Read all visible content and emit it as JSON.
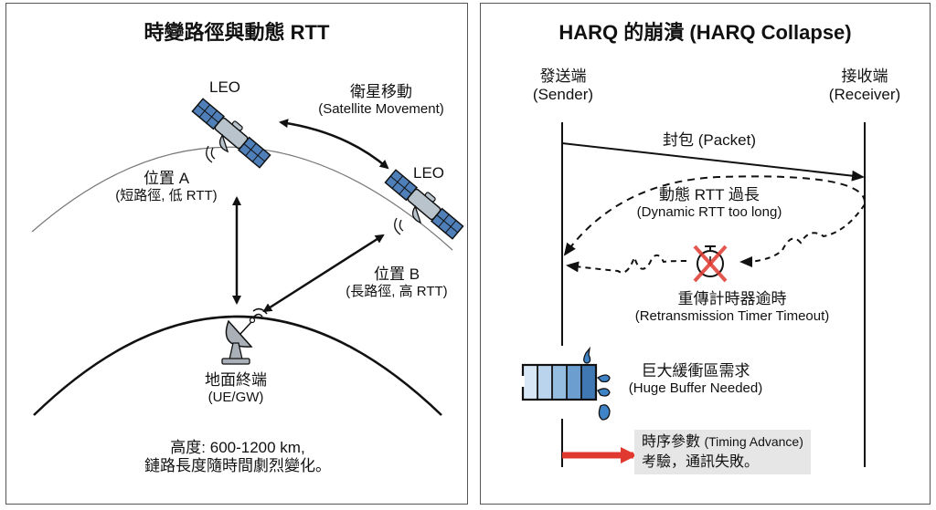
{
  "left_panel": {
    "title": "時變路徑與動態 RTT",
    "satellite_a": {
      "label": "LEO"
    },
    "satellite_b": {
      "label": "LEO"
    },
    "movement": {
      "zh": "衛星移動",
      "en": "(Satellite Movement)"
    },
    "position_a": {
      "zh": "位置 A",
      "detail": "(短路徑, 低 RTT)"
    },
    "position_b": {
      "zh": "位置 B",
      "detail": "(長路徑, 高 RTT)"
    },
    "ground_terminal": {
      "zh": "地面終端",
      "en": "(UE/GW)"
    },
    "footer": {
      "line1": "高度: 600-1200 km,",
      "line2": "鏈路長度隨時間劇烈變化。"
    }
  },
  "right_panel": {
    "title": "HARQ 的崩潰 (HARQ Collapse)",
    "sender": {
      "zh": "發送端",
      "en": "(Sender)"
    },
    "receiver": {
      "zh": "接收端",
      "en": "(Receiver)"
    },
    "packet": {
      "label": "封包 (Packet)"
    },
    "rtt": {
      "zh": "動態 RTT 過長",
      "en": "(Dynamic RTT too long)"
    },
    "timer": {
      "zh": "重傳計時器逾時",
      "en": "(Retransmission Timer Timeout)"
    },
    "buffer": {
      "zh": "巨大緩衝區需求",
      "en": "(Huge Buffer Needed)"
    },
    "timing_advance": {
      "line1_zh": "時序參數",
      "line1_en": "(Timing Advance)",
      "line2": "考驗，通訊失敗。"
    }
  },
  "colors": {
    "panel_border": "#555555",
    "solar_panel": "#4f7fb8",
    "satellite_body": "#b9c3cc",
    "dish": "#a9b0b7",
    "alert_red": "#e03a30",
    "buffer_light": "#d7e7f5",
    "buffer_dark": "#3f78b3",
    "water_drop": "#3d83c6",
    "ta_box_bg": "#e6e6e6"
  }
}
